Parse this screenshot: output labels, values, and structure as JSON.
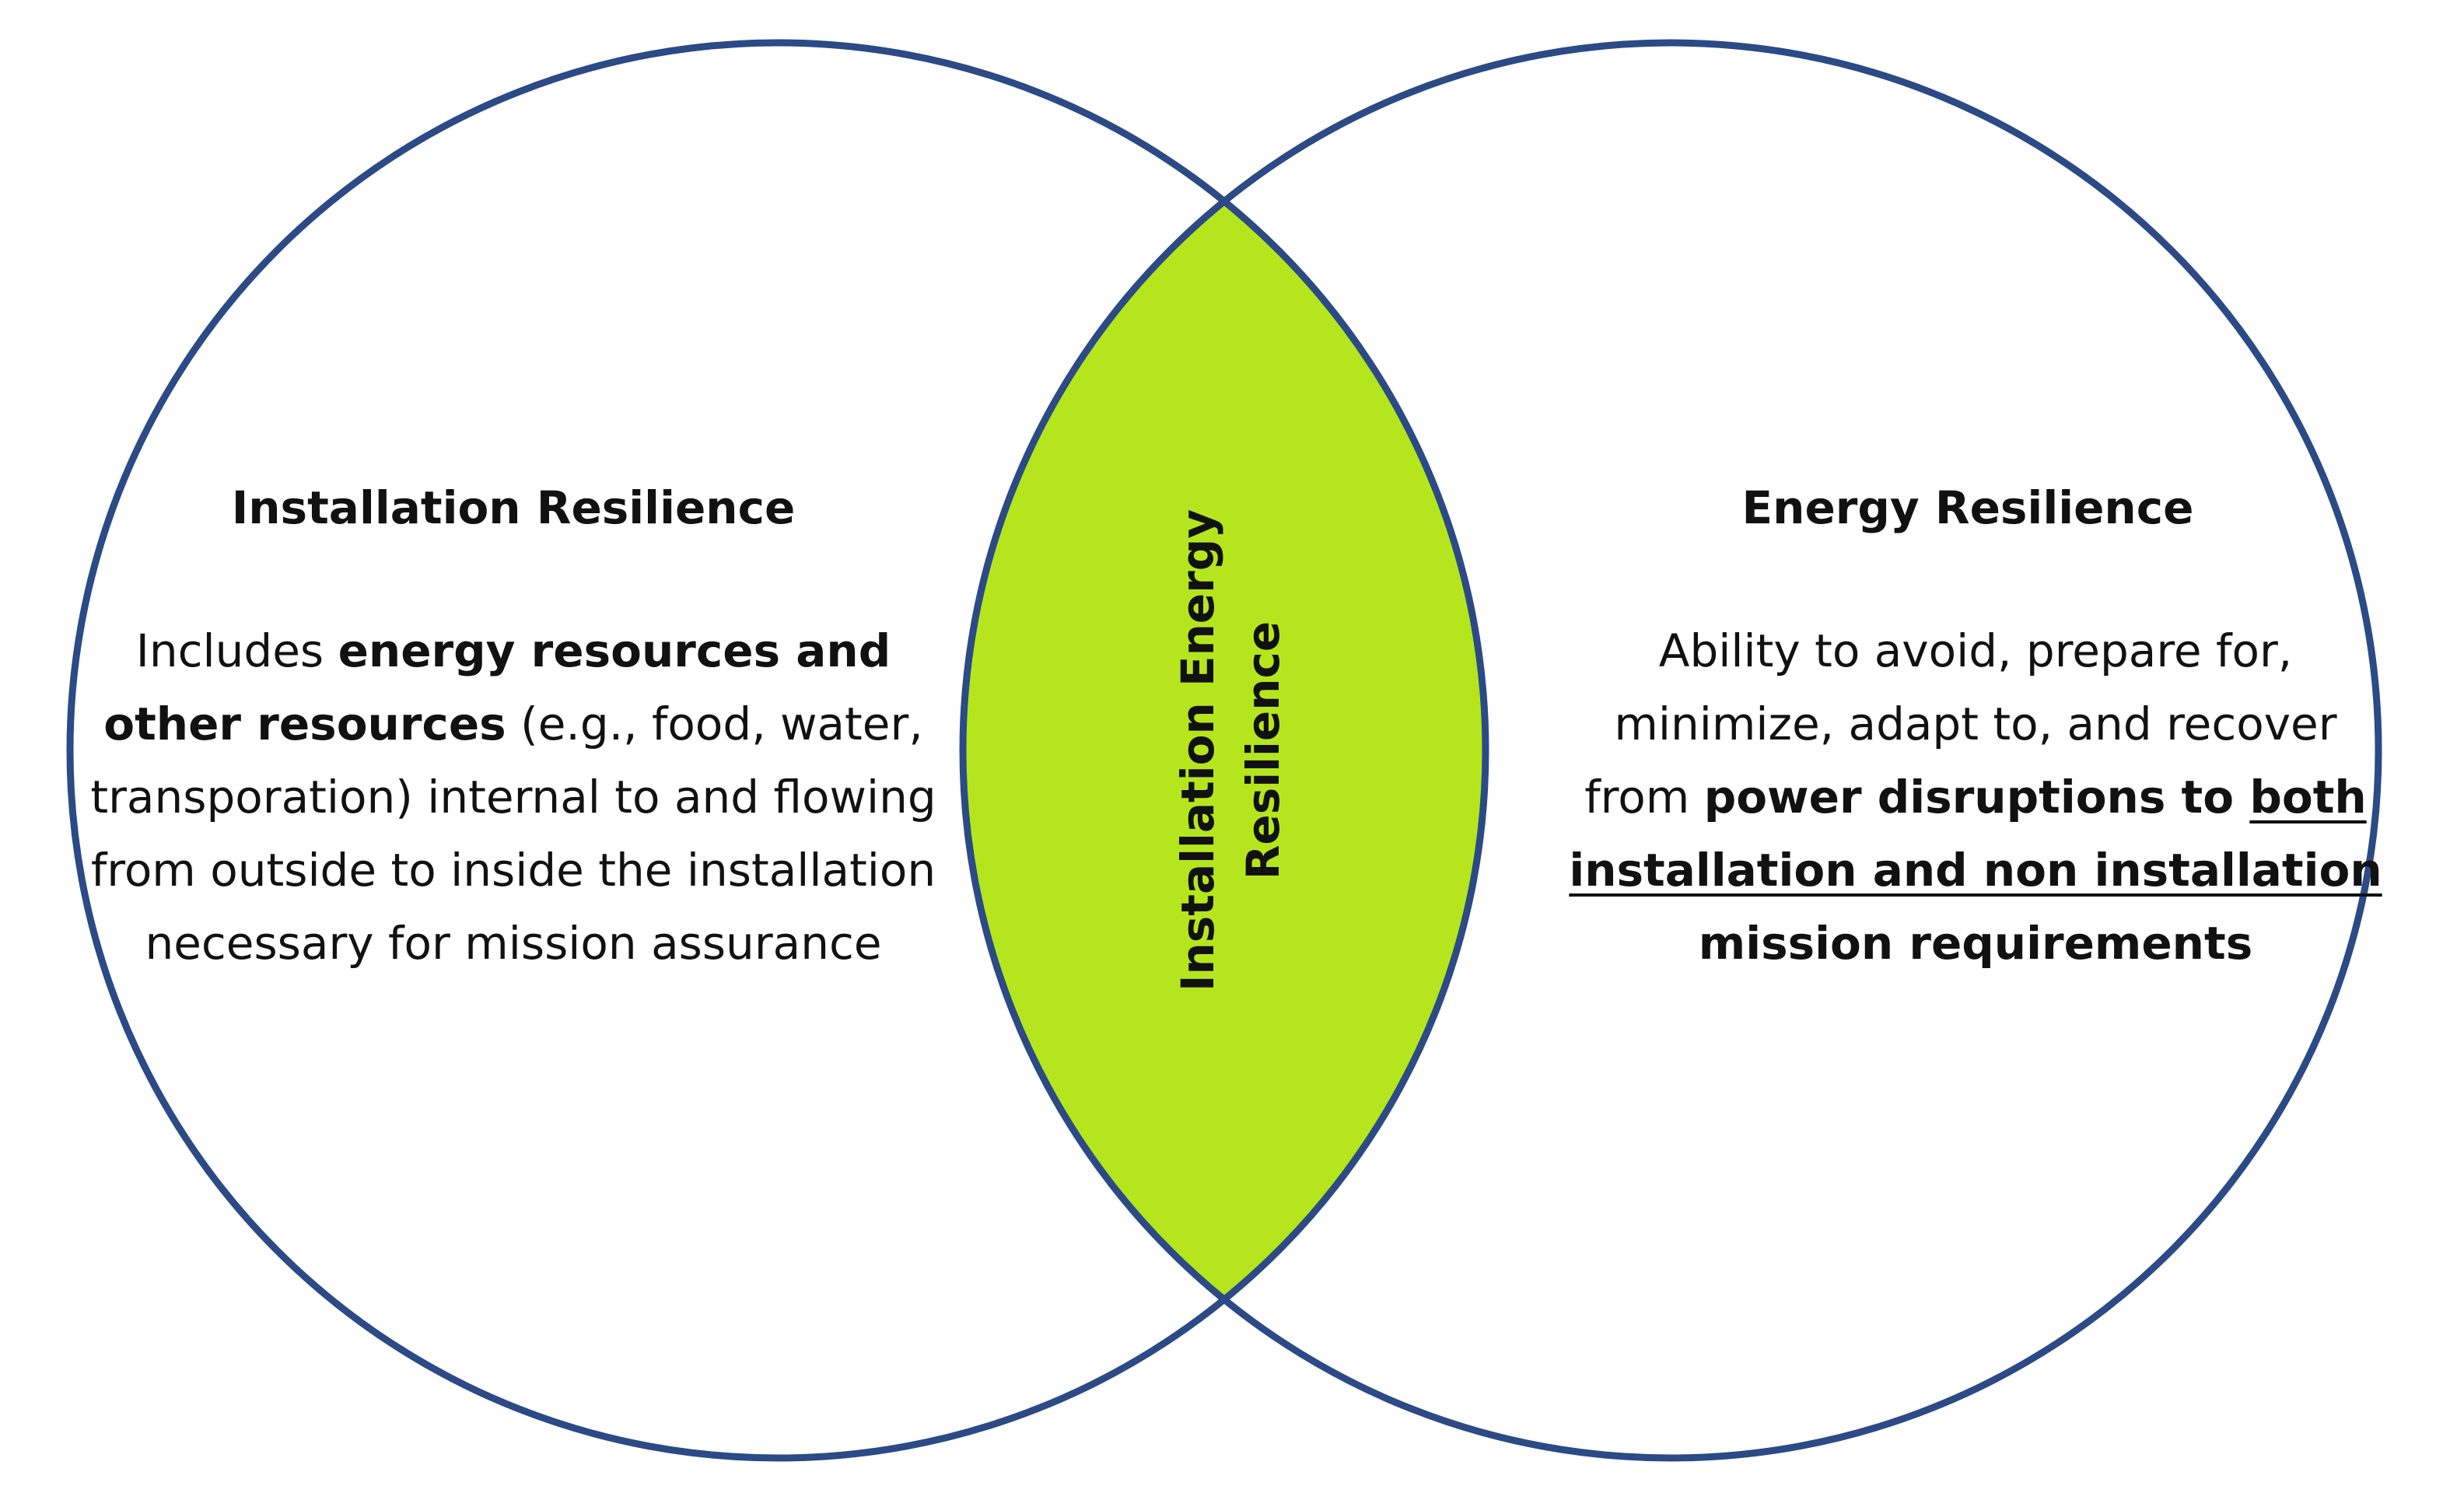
{
  "colors": {
    "outline": "#2b4a86",
    "overlap_fill": "#b5e61d",
    "background": "#ffffff"
  },
  "left_circle": {
    "title": "Installation Resilience",
    "desc": {
      "p1": "Includes ",
      "b1": "energy resources and other resources",
      "p2": " (e.g., food, water, transporation) internal to and flowing from outside to inside the installation necessary for mission assurance"
    }
  },
  "overlap": {
    "label": "Installation Energy Resilience"
  },
  "right_circle": {
    "title": "Energy Resilience",
    "desc": {
      "p1": "Ability to avoid, prepare for, minimize, adapt to, and recover from ",
      "b1": "power disruptions to ",
      "u1": "both installation and non installation",
      "b2": " mission requirements"
    }
  }
}
